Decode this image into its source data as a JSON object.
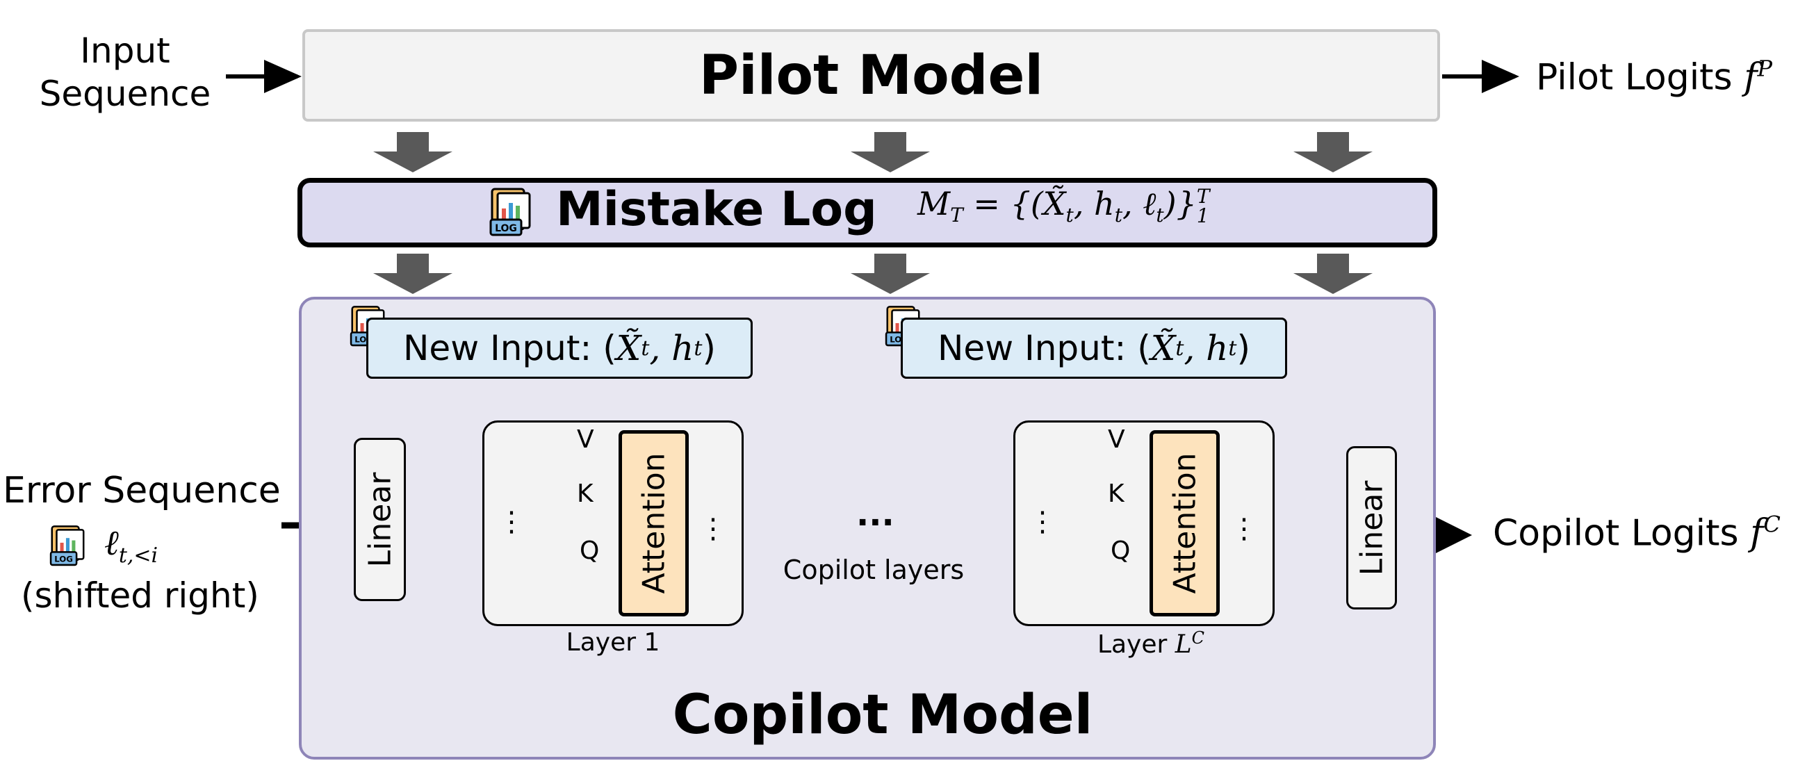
{
  "pilot": {
    "title": "Pilot Model",
    "input_label_line1": "Input",
    "input_label_line2": "Sequence",
    "output_label": "Pilot Logits",
    "output_math_base": "f",
    "output_math_sup": "P"
  },
  "mistake_log": {
    "title": "Mistake Log",
    "formula_lhs": "M",
    "formula_lhs_sub": "T",
    "formula_body": " = {(X̃",
    "formula_t1": "t",
    "formula_h": ", h",
    "formula_t2": "t",
    "formula_l": ", ℓ",
    "formula_t3": "t",
    "formula_close": ")}",
    "formula_sup": "T",
    "formula_sub": "1"
  },
  "copilot": {
    "title": "Copilot Model",
    "new_input_label": "New Input: (",
    "new_input_x": "X̃",
    "new_input_sub1": "t",
    "new_input_h": ", h",
    "new_input_sub2": "t",
    "new_input_close": ")",
    "linear_label": "Linear",
    "attention_label": "Attention",
    "port_v": "V",
    "port_k": "K",
    "port_q": "Q",
    "ellipsis_vertical": "⋮",
    "ellipsis_horizontal": "···",
    "copilot_layers_label": "Copilot layers",
    "layer1_label": "Layer 1",
    "layerL_label": "Layer ",
    "layerL_math": "L",
    "layerL_sup": "C",
    "error_seq_label": "Error Sequence",
    "error_seq_math": "ℓ",
    "error_seq_sub": "t,<i",
    "error_seq_note": "(shifted right)",
    "output_label": "Copilot Logits",
    "output_math_base": "f",
    "output_math_sup": "C"
  },
  "icons": {
    "log_icon": "log-file-chart-icon"
  },
  "colors": {
    "pilot_fill": "#f3f3f3",
    "log_fill": "#dcdaf0",
    "copilot_fill": "#e8e7f1",
    "copilot_border": "#8e85b8",
    "new_input_fill": "#dcecf7",
    "attention_fill": "#fde3bd",
    "down_arrow": "#595959"
  }
}
